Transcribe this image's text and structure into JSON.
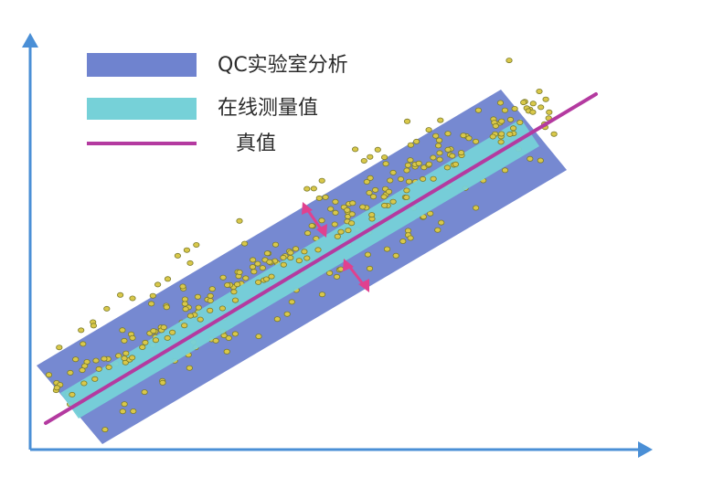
{
  "legend": {
    "qc_lab_analysis": "QC实验室分析",
    "online_measurement": "在线测量值",
    "true_value": "真值"
  },
  "colors": {
    "axis": "#4a8fd6",
    "qc_band": "#6f83cf",
    "online_band": "#76d1d8",
    "true_line": "#b43aa0",
    "arrow": "#e0418f",
    "point_fill": "#d9c84a",
    "point_stroke": "#7a7a2a",
    "background": "#ffffff"
  },
  "diagram": {
    "qc_point_count": 170,
    "online_point_count": 150
  }
}
